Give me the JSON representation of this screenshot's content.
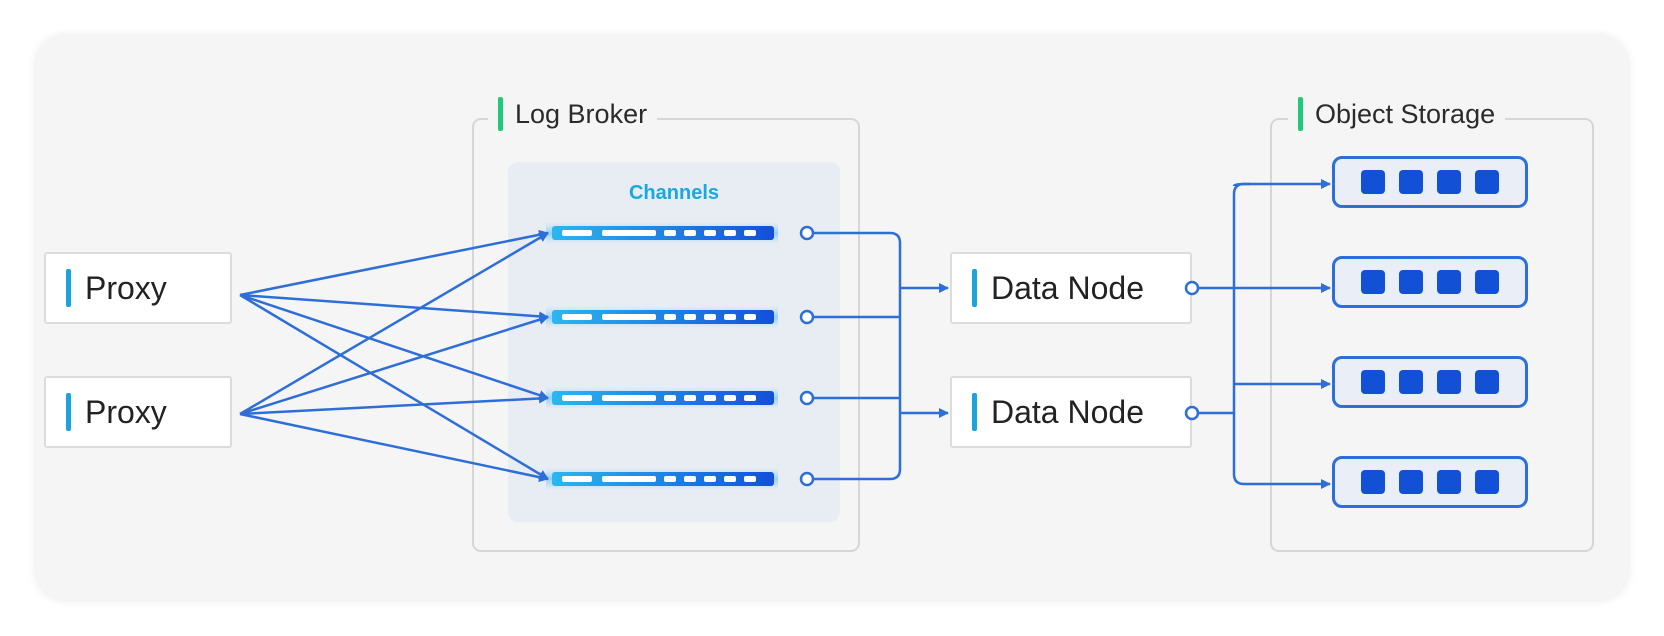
{
  "groups": {
    "log_broker": "Log Broker",
    "object_storage": "Object Storage",
    "channels": "Channels"
  },
  "proxies": [
    "Proxy",
    "Proxy"
  ],
  "data_nodes": [
    "Data Node",
    "Data Node"
  ],
  "colors": {
    "group_accent": "#22c97a",
    "node_accent": "#1aa3dc",
    "arrow": "#2e6ed8",
    "storage_block": "#1250d6",
    "channels_label": "#19a8e0"
  }
}
